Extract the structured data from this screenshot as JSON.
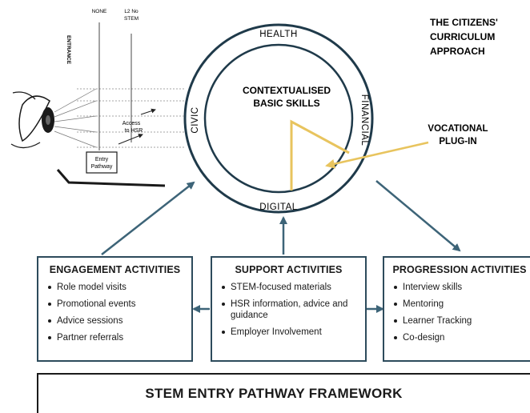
{
  "approach_title": [
    "THE CITIZENS'",
    "CURRICULUM",
    "APPROACH"
  ],
  "ring_labels": {
    "health": "HEALTH",
    "financial": "FINANCIAL",
    "digital": "DIGITAL",
    "civic": "CIVIC"
  },
  "core_label": [
    "CONTEXTUALISED",
    "BASIC SKILLS"
  ],
  "vocational_label": [
    "VOCATIONAL",
    "PLUG-IN"
  ],
  "entrance_sketch": {
    "entrance": "ENTRANCE",
    "none": "NONE",
    "l2_no_stem": [
      "L2 No",
      "STEM"
    ],
    "entry_pathway": [
      "Entry",
      "Pathway"
    ],
    "access_to_hsr": [
      "Access",
      "to HSR"
    ]
  },
  "engagement": {
    "title": "ENGAGEMENT ACTIVITIES",
    "items": [
      "Role model visits",
      "Promotional events",
      "Advice sessions",
      "Partner referrals"
    ]
  },
  "support": {
    "title": "SUPPORT ACTIVITIES",
    "items": [
      "STEM-focused materials",
      "HSR information, advice and guidance",
      "Employer Involvement"
    ]
  },
  "progression": {
    "title": "PROGRESSION ACTIVITIES",
    "items": [
      "Interview skills",
      "Mentoring",
      "Learner Tracking",
      "Co-design"
    ]
  },
  "framework_title": "STEM ENTRY PATHWAY FRAMEWORK",
  "colors": {
    "ring": "#1f3a4a",
    "arrow": "#3d6478",
    "accent": "#e8c45e",
    "text": "#1a1a1a"
  }
}
